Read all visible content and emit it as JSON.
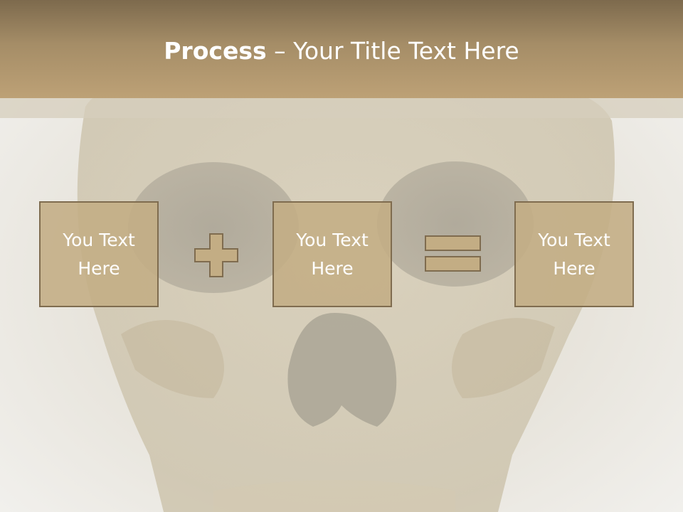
{
  "slide": {
    "title_bold": "Process",
    "title_sep": " – ",
    "title_rest": "Your Title Text Here"
  },
  "boxes": [
    {
      "text": "You Text Here"
    },
    {
      "text": "You Text Here"
    },
    {
      "text": "You Text Here"
    }
  ],
  "operators": [
    "plus-icon",
    "equals-icon"
  ],
  "colors": {
    "header_top": "#7d6a4d",
    "header_bottom": "#bda176",
    "box_fill": "#c3ad84",
    "box_border": "#7f6c4f",
    "text": "#ffffff"
  }
}
